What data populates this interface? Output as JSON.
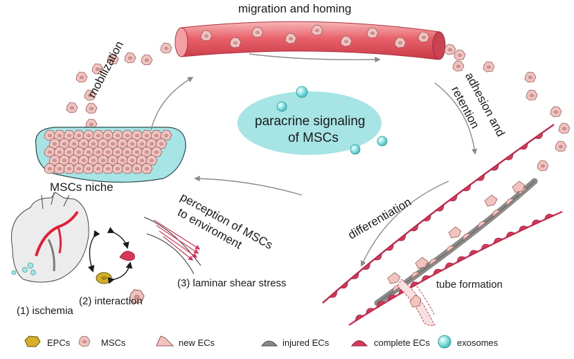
{
  "labels": {
    "migration": "migration and homing",
    "mobilization": "mobilization",
    "adhesion_line1": "adhesion and",
    "adhesion_line2": "retention",
    "paracrine_line1": "paracrine signaling",
    "paracrine_line2": "of MSCs",
    "niche": "MSCs niche",
    "perception_line1": "perception of MSCs",
    "perception_line2": "to enviroment",
    "differentiation": "differentiation",
    "tube_formation": "tube formation",
    "ischemia": "(1) ischemia",
    "interaction": "(2) interaction",
    "laminar": "(3) laminar shear stress"
  },
  "legend": [
    {
      "label": "EPCs",
      "icon": "epc-cell-icon"
    },
    {
      "label": "MSCs",
      "icon": "msc-cell-icon"
    },
    {
      "label": "new ECs",
      "icon": "new-ec-icon"
    },
    {
      "label": "injured ECs",
      "icon": "injured-ec-icon"
    },
    {
      "label": "complete ECs",
      "icon": "complete-ec-icon"
    },
    {
      "label": "exosomes",
      "icon": "exosome-icon"
    }
  ],
  "colors": {
    "vessel": "#e8606a",
    "msc_fill": "#efc4c0",
    "msc_stroke": "#9a5a58",
    "niche_fill": "#a6e4e6",
    "exosome": "#5ccfcf",
    "epc": "#d4b028",
    "ec_red": "#d8375a",
    "injured": "#9a9a9a",
    "arrow": "#8a8a8a"
  }
}
